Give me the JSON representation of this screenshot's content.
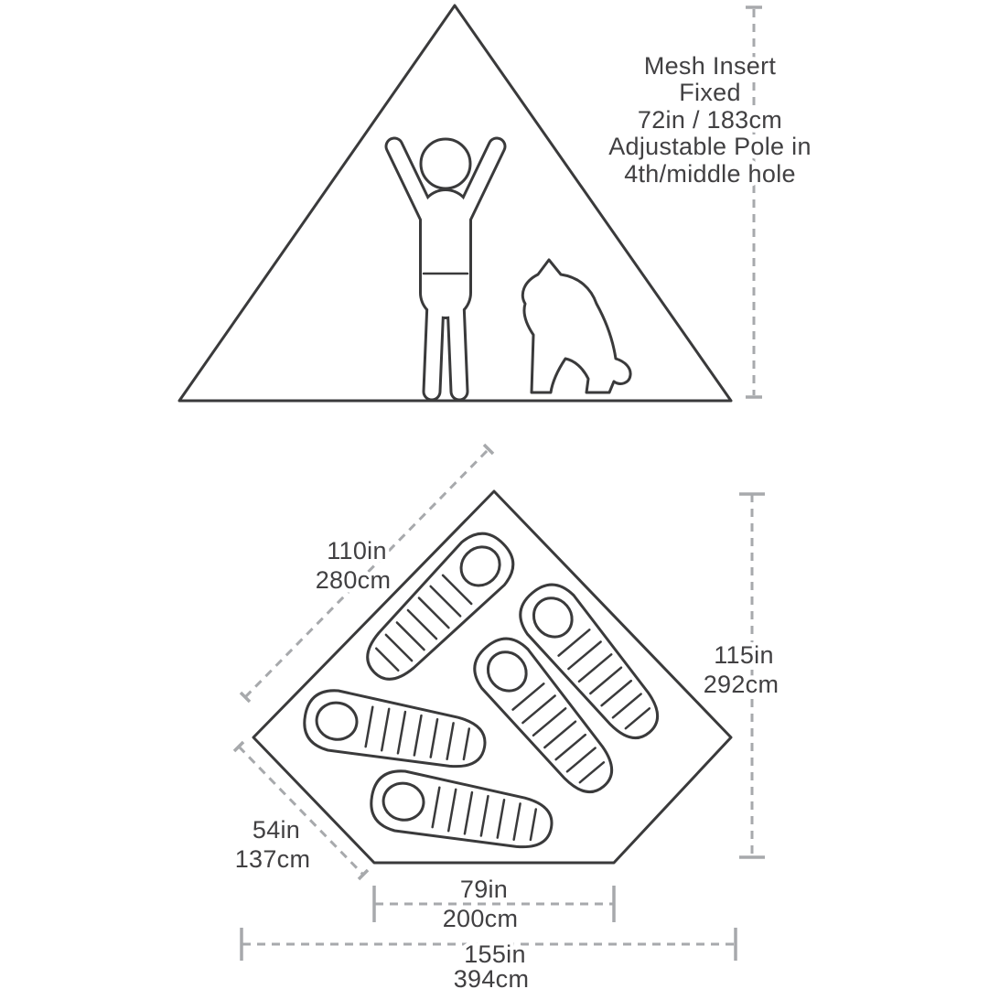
{
  "colors": {
    "line": "#3a3a3b",
    "dim": "#a7a9ac",
    "text": "#414042",
    "bg": "#ffffff"
  },
  "side_view": {
    "note_lines": [
      "Mesh Insert",
      "Fixed",
      "72in / 183cm",
      "Adjustable Pole in",
      "4th/middle hole"
    ]
  },
  "floor_plan": {
    "sleeping_bag_count": 5,
    "dims": {
      "edge_top_left": {
        "in": "110in",
        "cm": "280cm"
      },
      "height": {
        "in": "115in",
        "cm": "292cm"
      },
      "edge_bottom_left": {
        "in": "54in",
        "cm": "137cm"
      },
      "bottom_edge": {
        "in": "79in",
        "cm": "200cm"
      },
      "width": {
        "in": "155in",
        "cm": "394cm"
      }
    }
  }
}
